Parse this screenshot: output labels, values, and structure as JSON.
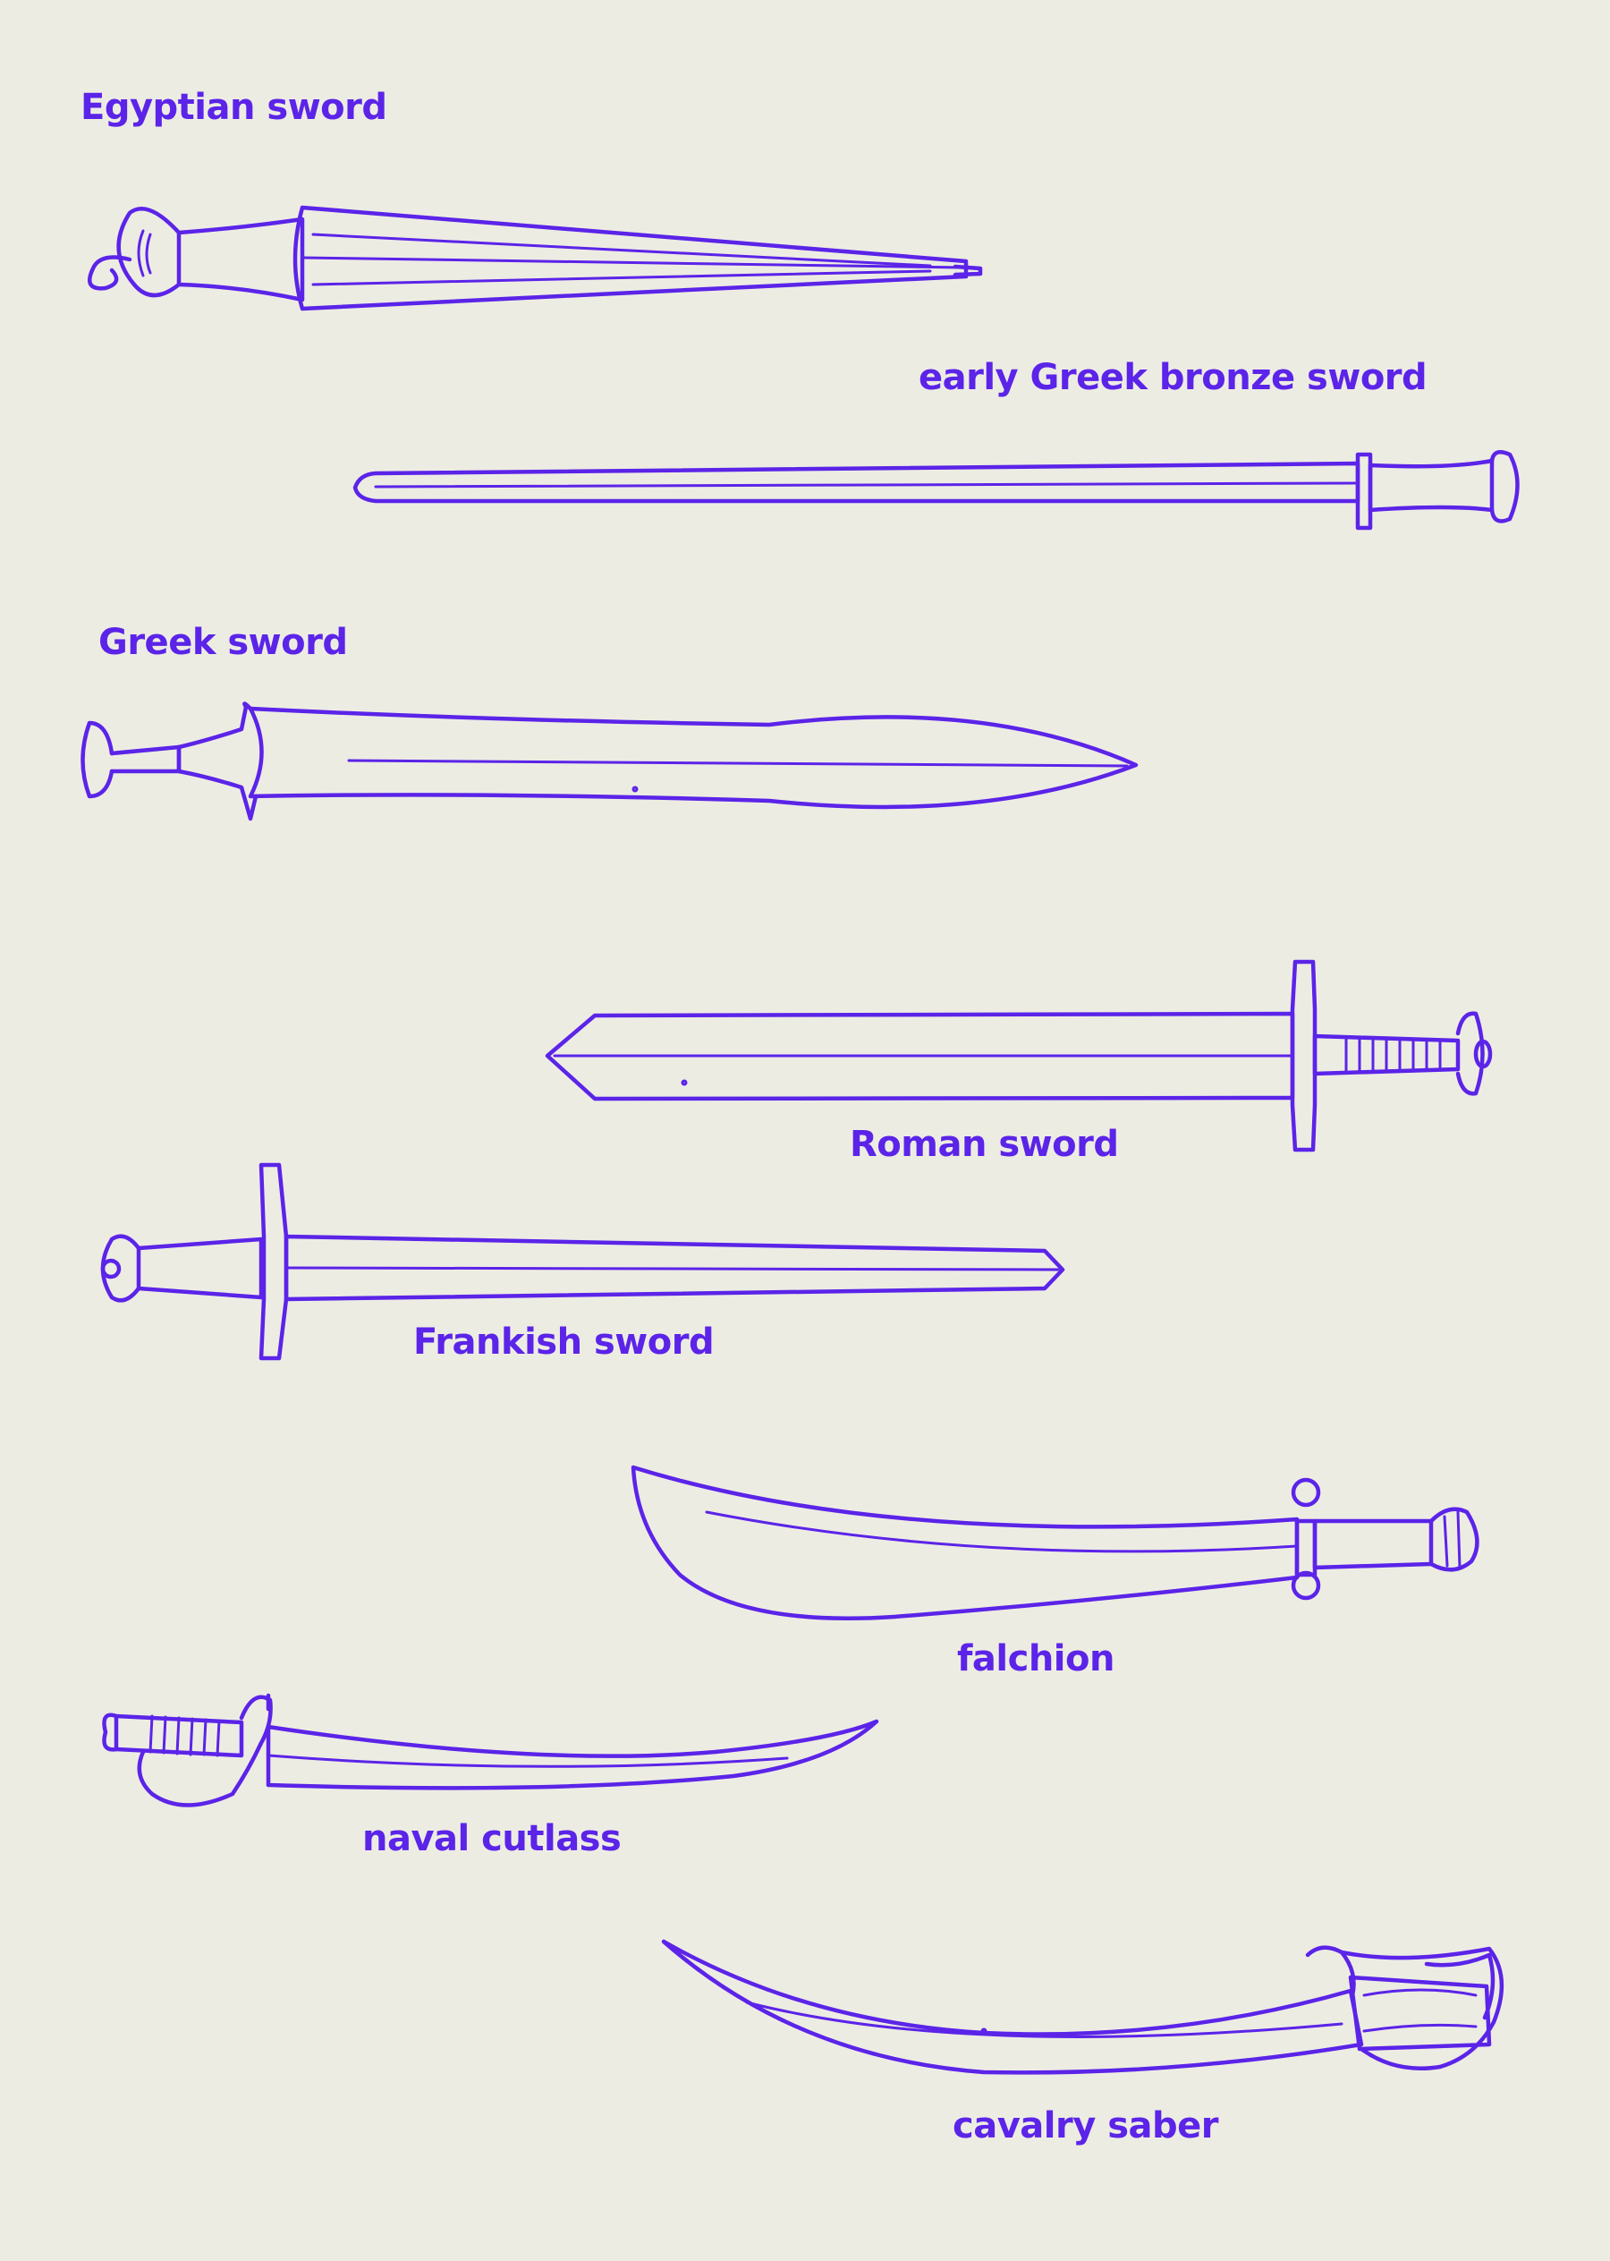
{
  "colors": {
    "ink": "#5b24e8",
    "paper": "#edece3"
  },
  "swords": [
    {
      "id": "egyptian",
      "label": "Egyptian sword"
    },
    {
      "id": "early-greek",
      "label": "early Greek bronze sword"
    },
    {
      "id": "greek",
      "label": "Greek sword"
    },
    {
      "id": "roman",
      "label": "Roman sword"
    },
    {
      "id": "frankish",
      "label": "Frankish sword"
    },
    {
      "id": "falchion",
      "label": "falchion"
    },
    {
      "id": "naval-cutlass",
      "label": "naval cutlass"
    },
    {
      "id": "cavalry-saber",
      "label": "cavalry saber"
    }
  ]
}
